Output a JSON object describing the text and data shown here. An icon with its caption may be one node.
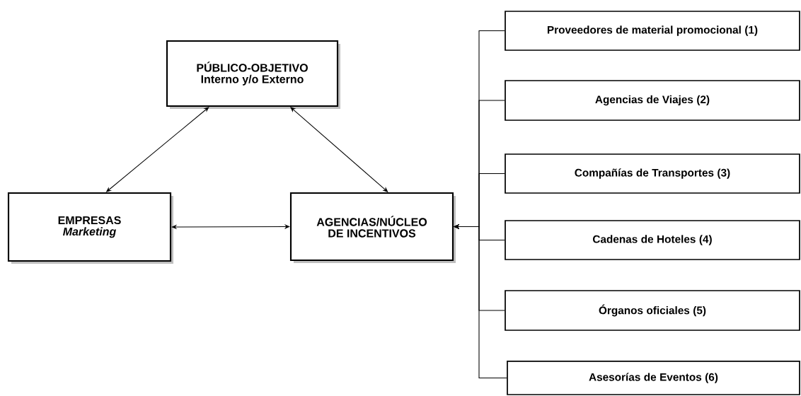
{
  "diagram": {
    "nodes": [
      {
        "text": [
          "PÚBLICO-OBJETIVO",
          "Interno y/o Externo"
        ]
      },
      {
        "text": [
          "EMPRESAS",
          "Marketing"
        ]
      },
      {
        "text": [
          "AGENCIAS/NÚCLEO DE INCENTIVOS"
        ]
      },
      {
        "text": [
          "Proveedores de material promocional (1)"
        ]
      },
      {
        "text": [
          "Agencias de Viajes (2)"
        ]
      },
      {
        "text": [
          "Compañías de Transportes (3)"
        ]
      },
      {
        "text": [
          "Cadenas de Hoteles (4)"
        ]
      },
      {
        "text": [
          "Órganos oficiales (5)"
        ]
      },
      {
        "text": [
          "Asesorías de Eventos (6)"
        ]
      }
    ],
    "edges": [
      {
        "from": 0,
        "to": 1,
        "arrow": "both"
      },
      {
        "from": 0,
        "to": 2,
        "arrow": "both"
      },
      {
        "from": 1,
        "to": 2,
        "arrow": "both"
      },
      {
        "from": 3,
        "to": 2,
        "arrow": "to"
      },
      {
        "from": 4,
        "to": 2,
        "arrow": "to"
      },
      {
        "from": 5,
        "to": 2,
        "arrow": "to"
      },
      {
        "from": 6,
        "to": 2,
        "arrow": "to"
      },
      {
        "from": 7,
        "to": 2,
        "arrow": "to"
      },
      {
        "from": 8,
        "to": 2,
        "arrow": "to"
      }
    ]
  }
}
